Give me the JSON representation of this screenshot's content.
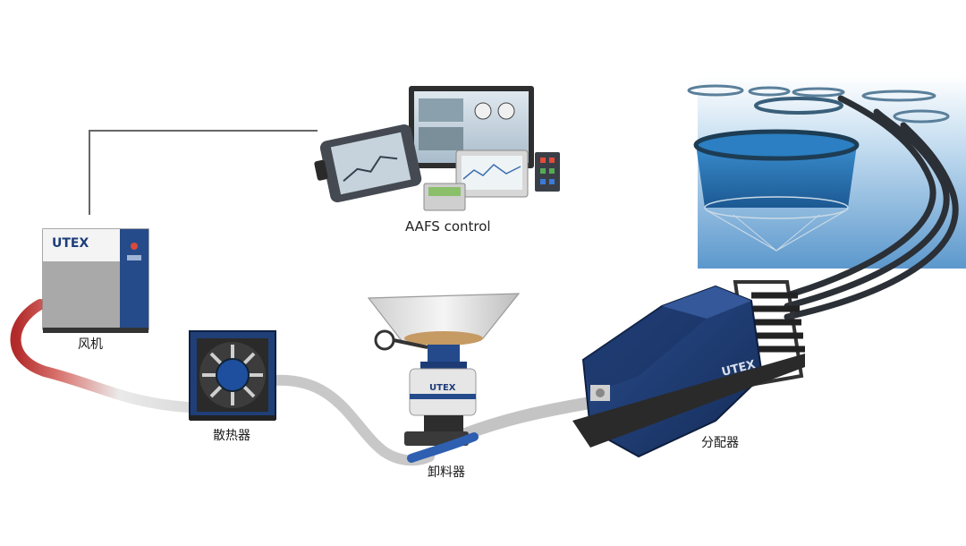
{
  "labels": {
    "blower": "风机",
    "cooler": "散热器",
    "doser": "卸料器",
    "distributor": "分配器",
    "control": "AAFS control"
  },
  "brand": {
    "logo_text": "UTEX",
    "logo_color": "#1e3d7b",
    "accent_red": "#c0392b"
  }
}
